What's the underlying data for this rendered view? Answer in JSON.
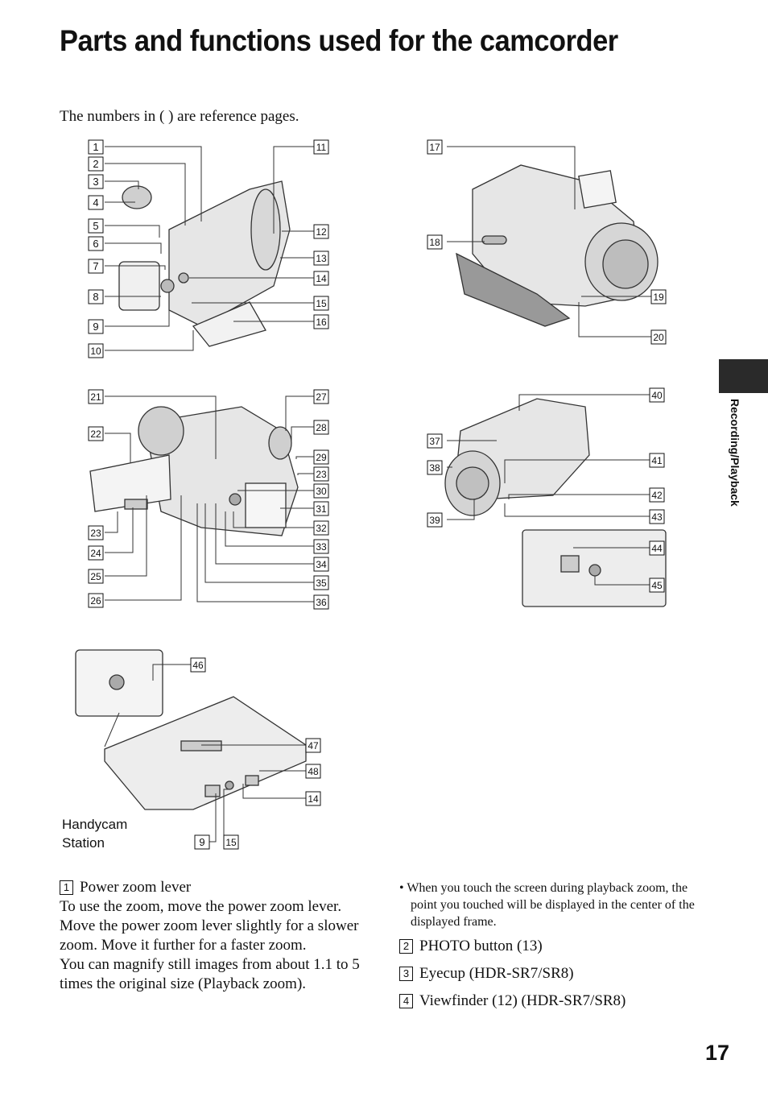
{
  "title": "Parts and functions used for the camcorder",
  "intro": "The numbers in ( ) are reference pages.",
  "side_label": "Recording/Playback",
  "page_number": "17",
  "station_label": [
    "Handycam",
    "Station"
  ],
  "callouts": {
    "fig1": [
      "1",
      "2",
      "3",
      "4",
      "5",
      "6",
      "7",
      "8",
      "9",
      "10",
      "11",
      "12",
      "13",
      "14",
      "15",
      "16"
    ],
    "fig2": [
      "17",
      "18",
      "19",
      "20"
    ],
    "fig3": [
      "21",
      "22",
      "23",
      "24",
      "25",
      "26",
      "27",
      "28",
      "29",
      "23",
      "30",
      "31",
      "32",
      "33",
      "34",
      "35",
      "36"
    ],
    "fig4": [
      "40",
      "37",
      "38",
      "39",
      "41",
      "42",
      "43",
      "44",
      "45"
    ],
    "fig5": [
      "46",
      "47",
      "48",
      "14",
      "9",
      "15"
    ]
  },
  "left_col": {
    "item1_num": "1",
    "item1_label": "Power zoom lever",
    "p1": "To use the zoom, move the power zoom lever. Move the power zoom lever slightly for a slower zoom. Move it further for a faster zoom.",
    "p2": "You can magnify still images from about 1.1 to 5 times the original size (Playback zoom)."
  },
  "right_col": {
    "bullet": "When you touch the screen during playback zoom, the point you touched will be displayed in the center of the displayed frame.",
    "items": [
      {
        "num": "2",
        "label": "PHOTO button (13)"
      },
      {
        "num": "3",
        "label": "Eyecup (HDR-SR7/SR8)"
      },
      {
        "num": "4",
        "label": "Viewfinder (12) (HDR-SR7/SR8)"
      }
    ]
  }
}
